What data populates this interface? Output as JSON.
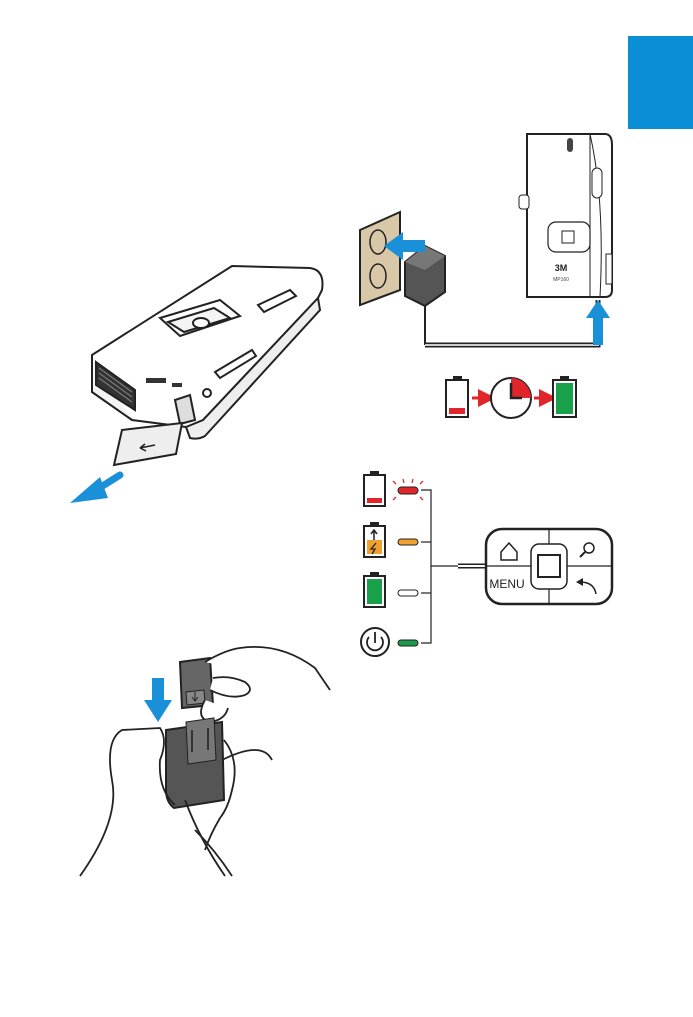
{
  "brand": {
    "tab_color": "#0a8fd6",
    "logo_text": "3M",
    "model_text": "MP160"
  },
  "remote": {
    "menu_label": "MENU"
  },
  "colors": {
    "arrow_blue": "#1a90d8",
    "led_red": "#e0262a",
    "led_orange": "#f0a030",
    "led_green": "#1a9a4a",
    "battery_green": "#18a04a"
  },
  "icons": [
    "battery-low-icon",
    "battery-charging-icon",
    "battery-full-icon",
    "power-icon",
    "home-icon",
    "search-icon",
    "back-icon",
    "clock-icon"
  ]
}
